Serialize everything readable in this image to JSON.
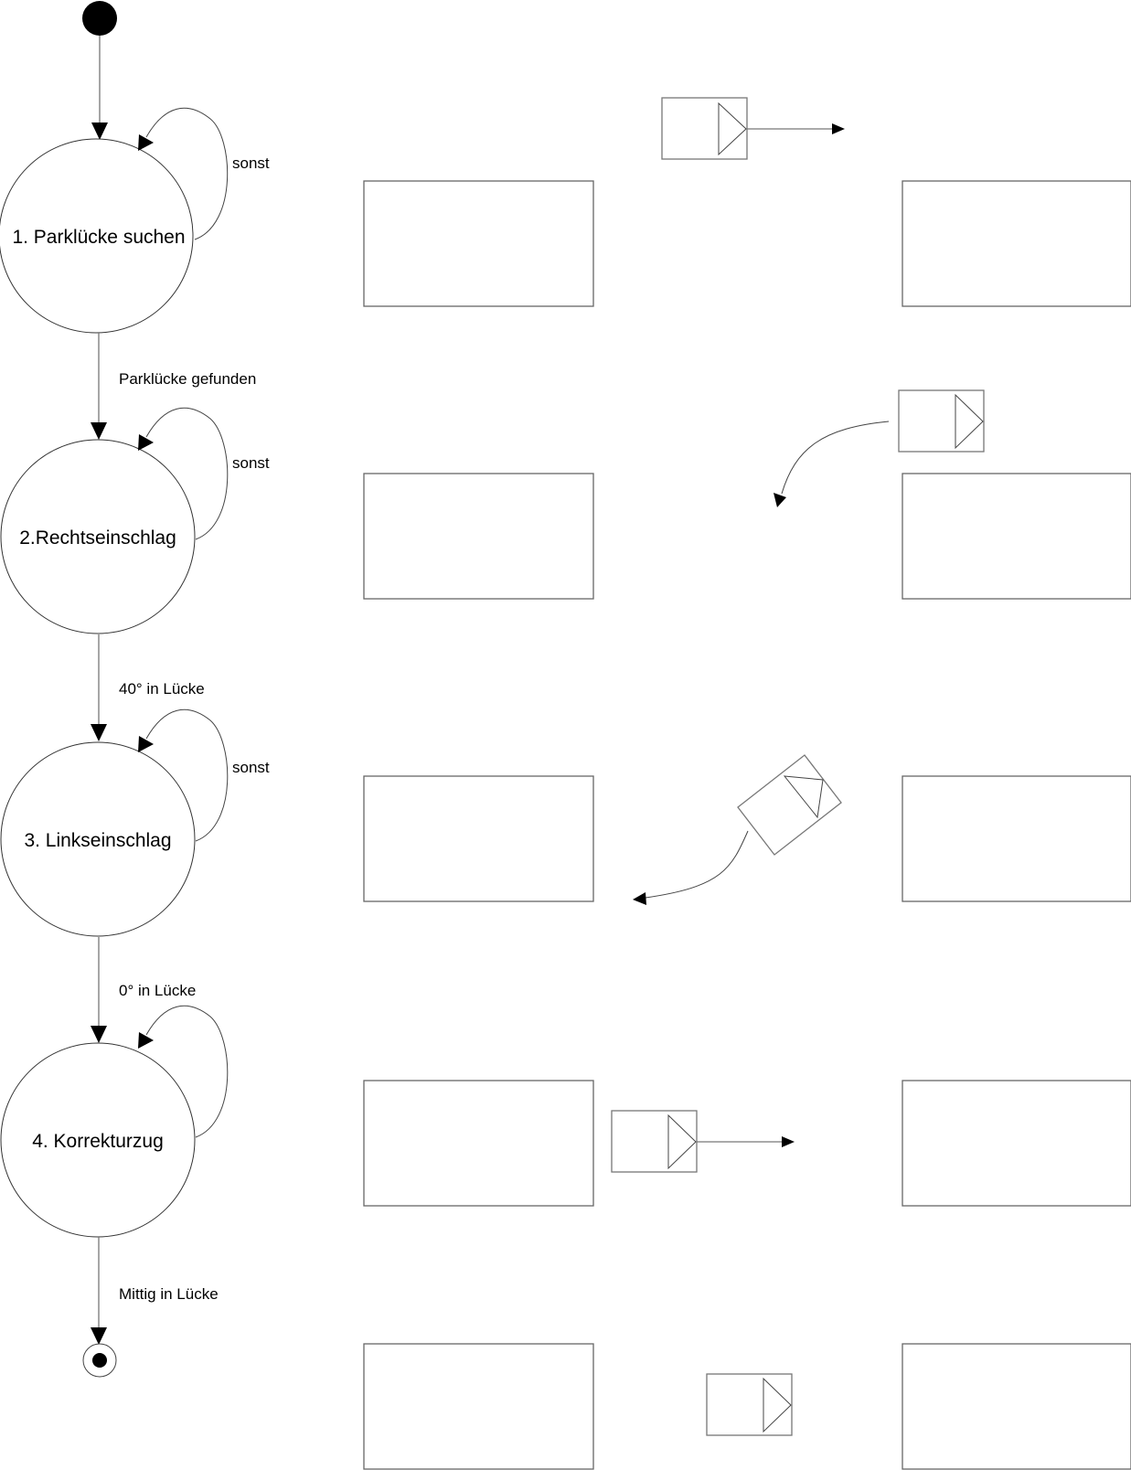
{
  "diagram": {
    "type": "state-machine",
    "colors": {
      "stroke": "#777777",
      "fill": "#ffffff",
      "marker": "#000000"
    },
    "states": [
      {
        "id": "s1",
        "label": "1. Parklücke suchen",
        "self_loop_label": "sonst"
      },
      {
        "id": "s2",
        "label": "2.Rechtseinschlag",
        "self_loop_label": "sonst"
      },
      {
        "id": "s3",
        "label": "3. Linkseinschlag",
        "self_loop_label": "sonst"
      },
      {
        "id": "s4",
        "label": "4. Korrekturzug",
        "self_loop_label": ""
      }
    ],
    "transitions": [
      {
        "from": "start",
        "to": "s1",
        "label": ""
      },
      {
        "from": "s1",
        "to": "s2",
        "label": "Parklücke gefunden"
      },
      {
        "from": "s2",
        "to": "s3",
        "label": "40° in Lücke"
      },
      {
        "from": "s3",
        "to": "s4",
        "label": "0° in Lücke"
      },
      {
        "from": "s4",
        "to": "end",
        "label": "Mittig in Lücke"
      }
    ],
    "illustrations": [
      {
        "step": 1,
        "description": "car driving straight past parking gap",
        "car_motion": "straight-right"
      },
      {
        "step": 2,
        "description": "car steering right backwards into gap",
        "car_motion": "curve-down-left"
      },
      {
        "step": 3,
        "description": "car tilted in gap steering left",
        "car_motion": "curve-left"
      },
      {
        "step": 4,
        "description": "car correcting forward inside gap",
        "car_motion": "straight-right"
      },
      {
        "step": 5,
        "description": "car parked centered in gap",
        "car_motion": "none"
      }
    ]
  }
}
